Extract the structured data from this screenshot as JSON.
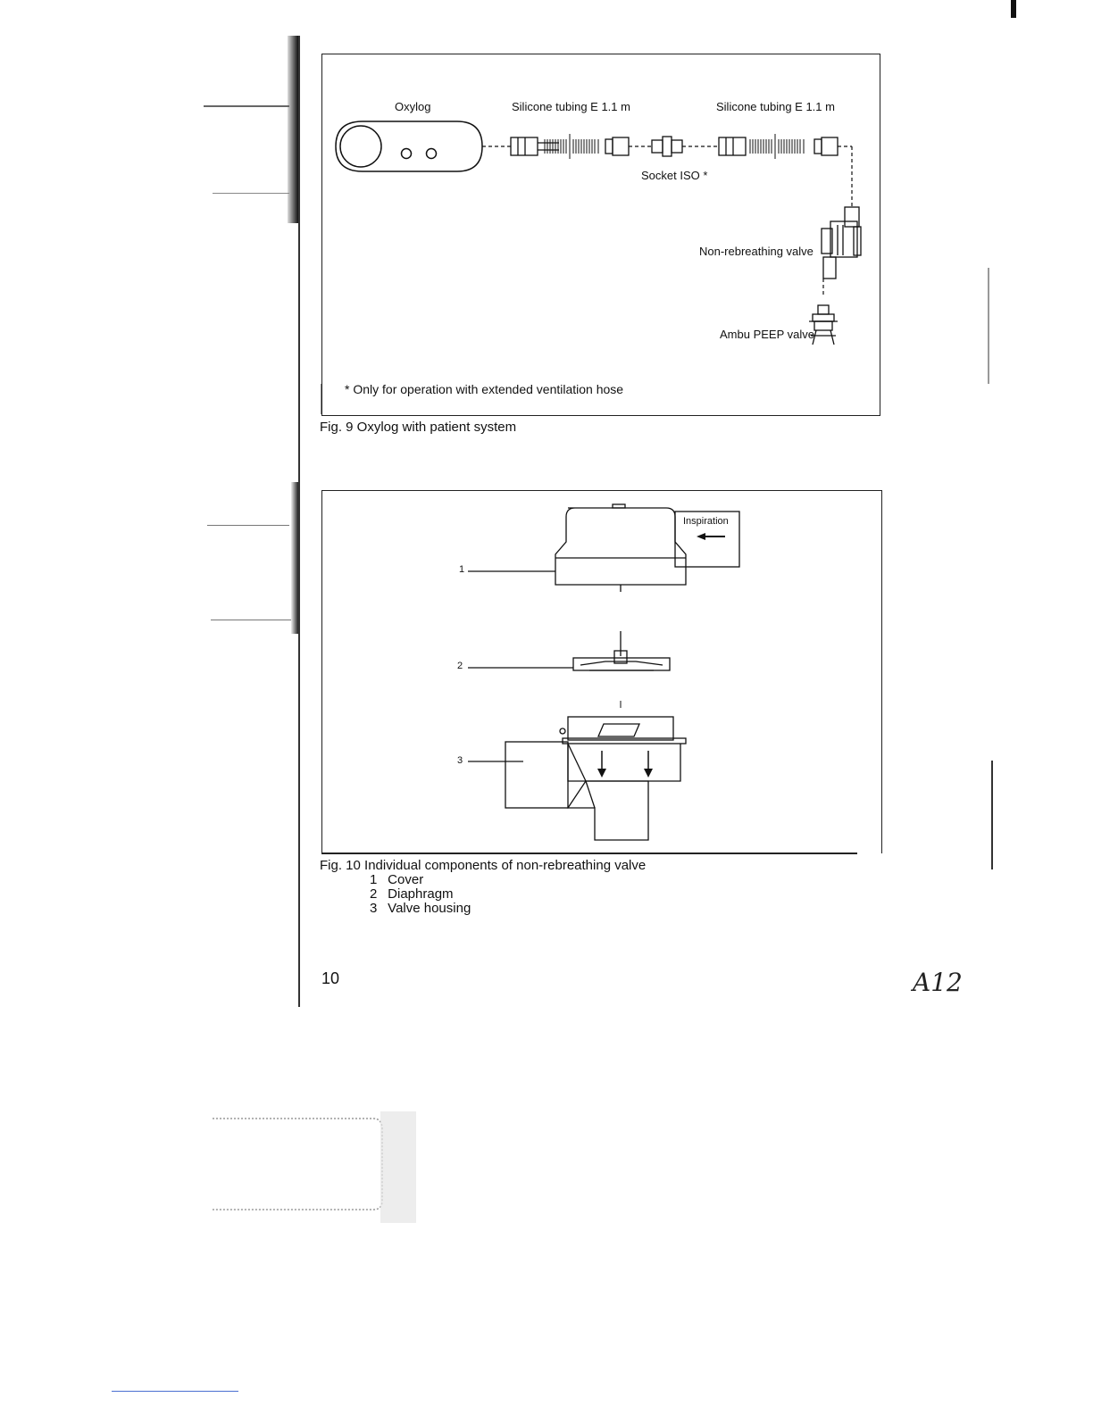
{
  "figure9": {
    "labels": {
      "oxylog": "Oxylog",
      "tubing_left": "Silicone tubing E 1.1 m",
      "tubing_right": "Silicone tubing E 1.1 m",
      "socket": "Socket ISO *",
      "valve": "Non-rebreathing valve",
      "peep": "Ambu PEEP valve"
    },
    "footnote": "* Only for operation with extended ventilation hose",
    "caption": "Fig. 9 Oxylog with patient system"
  },
  "figure10": {
    "inspiration_label": "Inspiration",
    "part_numbers": [
      "1",
      "2",
      "3"
    ],
    "caption": "Fig. 10 Individual components of non-rebreathing valve",
    "legend": [
      {
        "num": "1",
        "label": "Cover"
      },
      {
        "num": "2",
        "label": "Diaphragm"
      },
      {
        "num": "3",
        "label": "Valve housing"
      }
    ]
  },
  "page_number": "10",
  "handwritten_mark": "A12"
}
